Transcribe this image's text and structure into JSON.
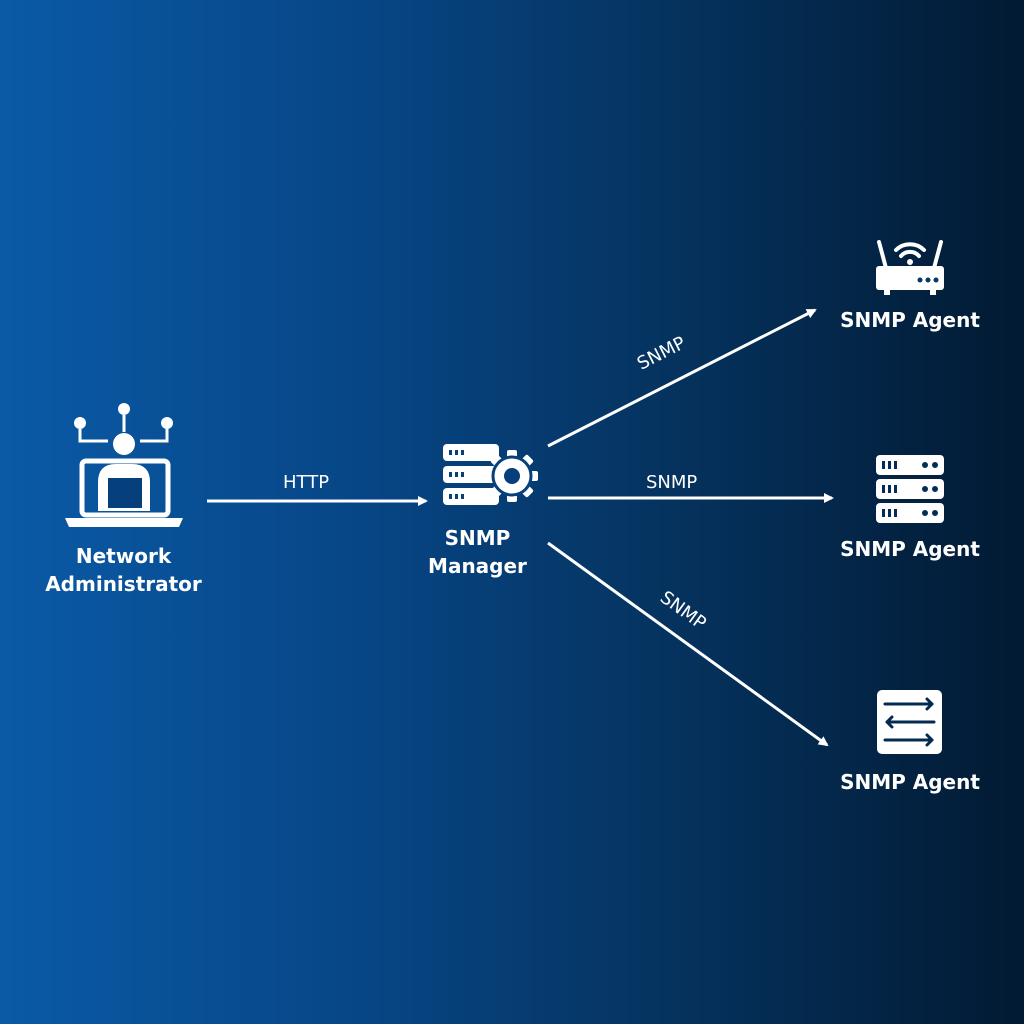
{
  "nodes": {
    "admin": {
      "label_lines": [
        "Network",
        "Administrator"
      ],
      "icon": "admin-laptop-network-icon"
    },
    "manager": {
      "label_lines": [
        "SNMP",
        "Manager"
      ],
      "icon": "server-gear-icon"
    },
    "agent_router": {
      "label": "SNMP Agent",
      "icon": "wifi-router-icon"
    },
    "agent_server": {
      "label": "SNMP Agent",
      "icon": "server-rack-icon"
    },
    "agent_switch": {
      "label": "SNMP Agent",
      "icon": "network-switch-icon"
    }
  },
  "edges": [
    {
      "from": "admin",
      "to": "manager",
      "label": "HTTP"
    },
    {
      "from": "manager",
      "to": "agent_router",
      "label": "SNMP"
    },
    {
      "from": "manager",
      "to": "agent_server",
      "label": "SNMP"
    },
    {
      "from": "manager",
      "to": "agent_switch",
      "label": "SNMP"
    }
  ],
  "colors": {
    "foreground": "#ffffff",
    "gradient_left": "#0a5aa6",
    "gradient_right": "#021a33"
  }
}
